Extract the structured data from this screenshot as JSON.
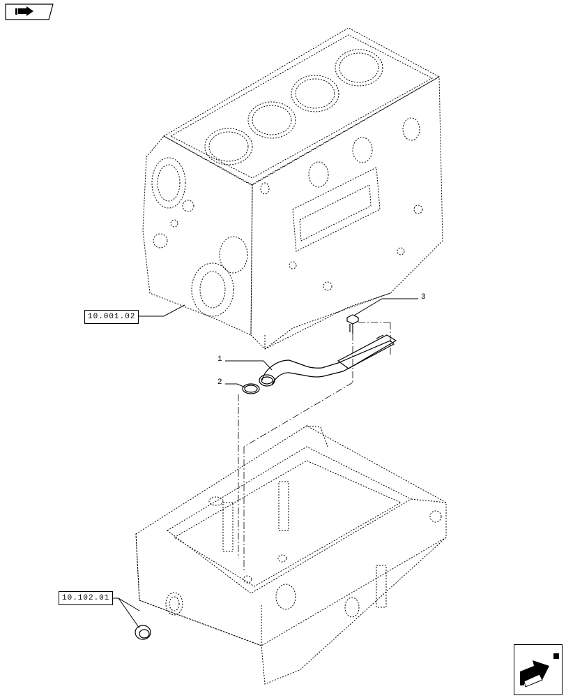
{
  "references": {
    "engine_block": "10.001.02",
    "oil_sump": "10.102.01"
  },
  "callouts": {
    "pipe": "1",
    "seal_ring": "2",
    "bolt": "3"
  },
  "icons": {
    "top_left": "book-arrow-icon",
    "bottom_right": "next-page-arrow-icon"
  }
}
